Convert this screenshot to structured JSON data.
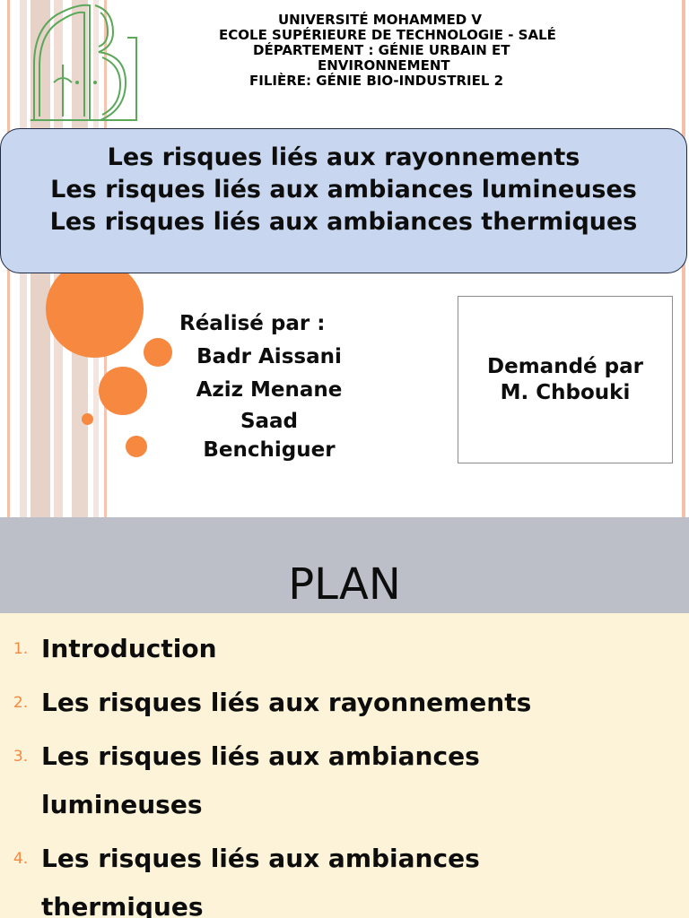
{
  "slide1": {
    "header": {
      "university": "UNIVERSITÉ MOHAMMED V",
      "school": "ECOLE SUPÉRIEURE DE TECHNOLOGIE - SALÉ",
      "department_a": "DÉPARTEMENT : GÉNIE URBAIN ET",
      "department_b": "ENVIRONNEMENT",
      "program": "FILIÈRE: GÉNIE BIO-INDUSTRIEL 2"
    },
    "title_lines": [
      "Les risques liés aux rayonnements",
      "Les risques liés aux ambiances lumineuses",
      "Les risques liés aux ambiances thermiques"
    ],
    "authors": {
      "label": "Réalisé par :",
      "names": [
        "Badr Aissani",
        "Aziz Menane",
        "Saad",
        "Benchiguer"
      ]
    },
    "requested_by": {
      "line1": "Demandé par",
      "line2": "M. Chbouki"
    },
    "colors": {
      "accent": "#f6883f",
      "title_box": "#c8d6ef",
      "logo_green": "#5aa85a"
    }
  },
  "slide2": {
    "title": "PLAN",
    "items": [
      {
        "num": "1.",
        "lines": [
          "Introduction"
        ]
      },
      {
        "num": "2.",
        "lines": [
          "Les risques liés aux rayonnements"
        ]
      },
      {
        "num": "3.",
        "lines": [
          "Les risques liés aux ambiances",
          "lumineuses"
        ]
      },
      {
        "num": "4.",
        "lines": [
          "Les risques liés aux ambiances",
          "thermiques"
        ]
      }
    ],
    "colors": {
      "band": "#bcbfc8",
      "background": "#fcf3d9",
      "numbers": "#f6883f"
    }
  }
}
